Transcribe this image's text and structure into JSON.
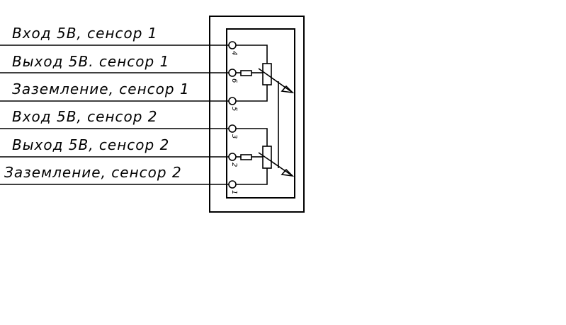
{
  "lines": [
    {
      "label": "Вход 5В, сенсор 1",
      "pin": "4"
    },
    {
      "label": "Выход 5В. сенсор 1",
      "pin": "6"
    },
    {
      "label": "Заземление, сенсор 1",
      "pin": "5"
    },
    {
      "label": "Вход 5В, сенсор 2",
      "pin": "3"
    },
    {
      "label": "Выход 5В, сенсор 2",
      "pin": "2"
    },
    {
      "label": "Заземление, сенсор 2",
      "pin": "1"
    }
  ]
}
